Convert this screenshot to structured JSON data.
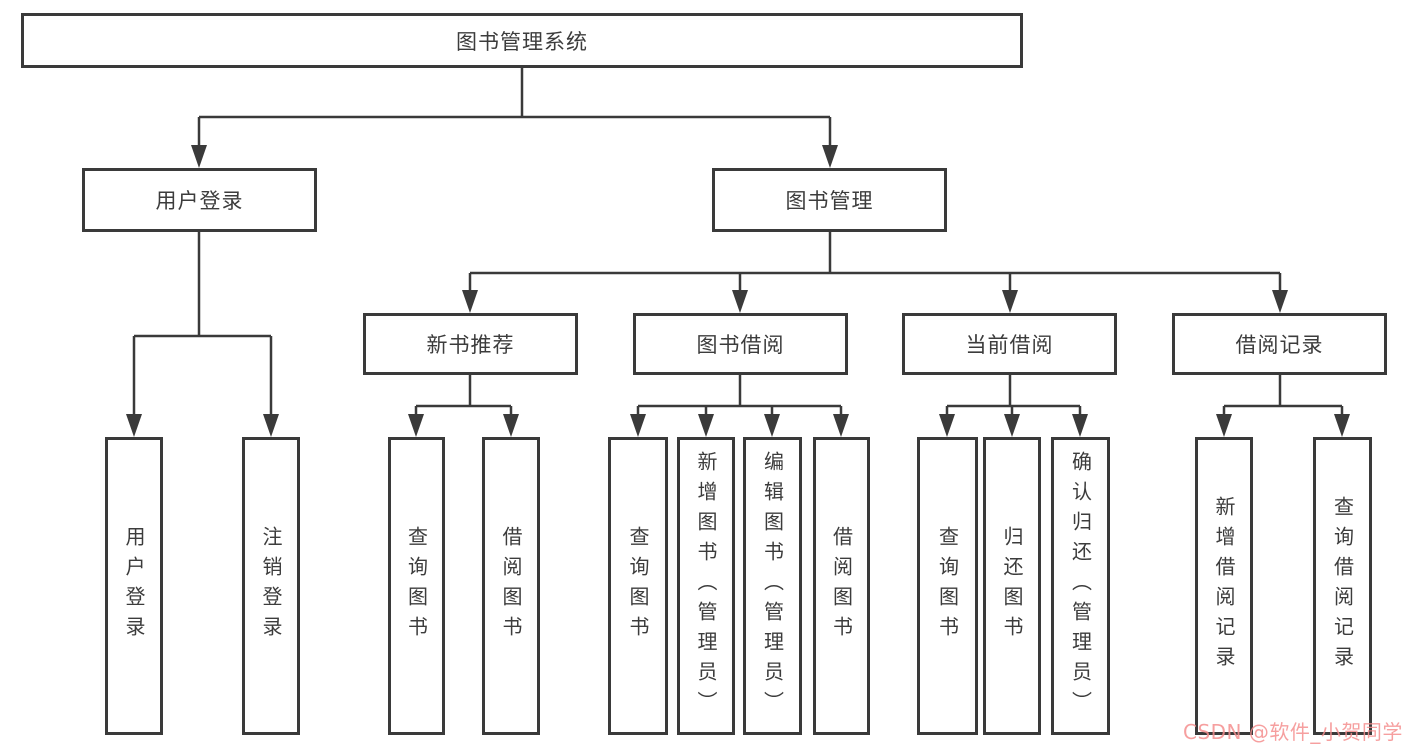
{
  "tree": {
    "root": {
      "label": "图书管理系统",
      "children": [
        {
          "label": "用户登录",
          "children": [
            {
              "label": "用户登录"
            },
            {
              "label": "注销登录"
            }
          ]
        },
        {
          "label": "图书管理",
          "children": [
            {
              "label": "新书推荐",
              "children": [
                {
                  "label": "查询图书"
                },
                {
                  "label": "借阅图书"
                }
              ]
            },
            {
              "label": "图书借阅",
              "children": [
                {
                  "label": "查询图书"
                },
                {
                  "label": "新增图书（管理员）"
                },
                {
                  "label": "编辑图书（管理员）"
                },
                {
                  "label": "借阅图书"
                }
              ]
            },
            {
              "label": "当前借阅",
              "children": [
                {
                  "label": "查询图书"
                },
                {
                  "label": "归还图书"
                },
                {
                  "label": "确认归还（管理员）"
                }
              ]
            },
            {
              "label": "借阅记录",
              "children": [
                {
                  "label": "新增借阅记录"
                },
                {
                  "label": "查询借阅记录"
                }
              ]
            }
          ]
        }
      ]
    }
  },
  "watermark": {
    "text": "CSDN @软件_小贺同学",
    "color": "#f58f8f"
  },
  "colors": {
    "line": "#3a3a3a",
    "box_border": "#3a3a3a",
    "text": "#3c3c3c",
    "background": "#ffffff"
  }
}
